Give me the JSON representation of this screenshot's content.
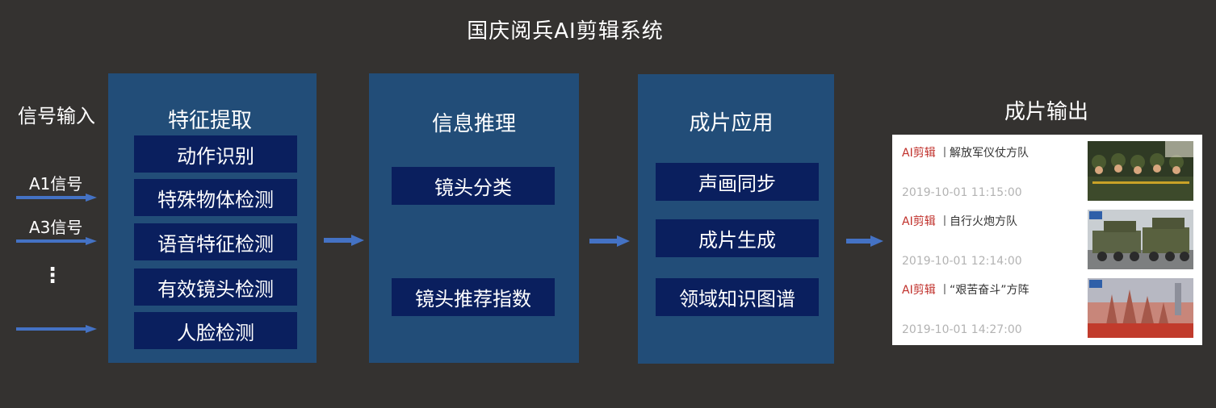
{
  "title": "国庆阅兵AI剪辑系统",
  "input": {
    "title": "信号输入",
    "signals": [
      "A1信号",
      "A3信号"
    ],
    "more": "⋮"
  },
  "panels": [
    {
      "title": "特征提取",
      "boxes": [
        "动作识别",
        "特殊物体检测",
        "语音特征检测",
        "有效镜头检测",
        "人脸检测"
      ]
    },
    {
      "title": "信息推理",
      "boxes": [
        "镜头分类",
        "镜头推荐指数"
      ]
    },
    {
      "title": "成片应用",
      "boxes": [
        "声画同步",
        "成片生成",
        "领域知识图谱"
      ]
    }
  ],
  "output": {
    "title": "成片输出",
    "tag": "AI剪辑",
    "separator": "丨",
    "items": [
      {
        "text": "解放军仪仗方队",
        "time": "2019-10-01 11:15:00"
      },
      {
        "text": "自行火炮方队",
        "time": "2019-10-01 12:14:00"
      },
      {
        "text": "“艰苦奋斗”方阵",
        "time": "2019-10-01 14:27:00"
      }
    ]
  },
  "colors": {
    "background": "#343230",
    "panel": "#224d78",
    "box": "#0a1f5e",
    "arrow": "#4472c4",
    "tag": "#c0302b"
  }
}
